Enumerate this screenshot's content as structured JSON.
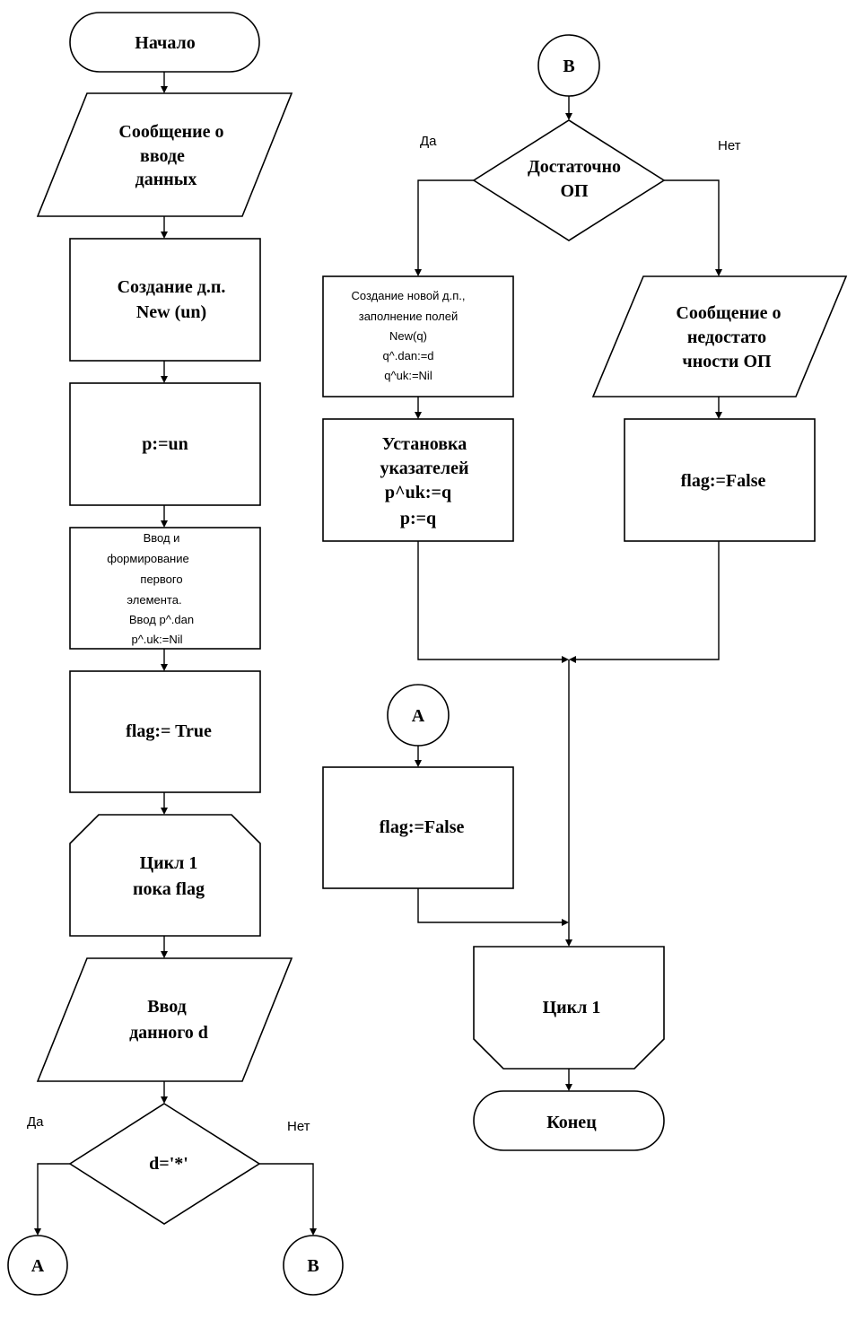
{
  "left_column": {
    "start": "Начало",
    "msg_input": [
      "Сообщение о",
      "вводе",
      "данных"
    ],
    "create_list": [
      "Создание д.п.",
      "New (un)"
    ],
    "assign_p": "p:=un",
    "input_first": [
      "Ввод и",
      "формирование",
      "первого",
      "элемента.",
      "Ввод p^.dan",
      "p^.uk:=Nil"
    ],
    "flag_true": "flag:= True",
    "loop_start": [
      "Цикл 1",
      "пока flag"
    ],
    "input_d": [
      "Ввод",
      "данного d"
    ],
    "cond_d": "d='*'",
    "cond_yes": "Да",
    "cond_no": "Нет",
    "conn_a": "A",
    "conn_b": "B"
  },
  "right_column": {
    "conn_b": "B",
    "cond_mem": [
      "Достаточно",
      "ОП"
    ],
    "cond_yes": "Да",
    "cond_no": "Нет",
    "create_new": [
      "Создание новой д.п.,",
      "заполнение полей",
      "New(q)",
      "q^.dan:=d",
      "q^uk:=Nil"
    ],
    "set_ptr": [
      "Установка",
      "указателей",
      "p^uk:=q",
      "p:=q"
    ],
    "msg_mem": [
      "Сообщение о",
      "недостато",
      "чности ОП"
    ],
    "flag_false_1": "flag:=False",
    "conn_a": "A",
    "flag_false_2": "flag:=False",
    "loop_end": "Цикл 1",
    "end": "Конец"
  }
}
